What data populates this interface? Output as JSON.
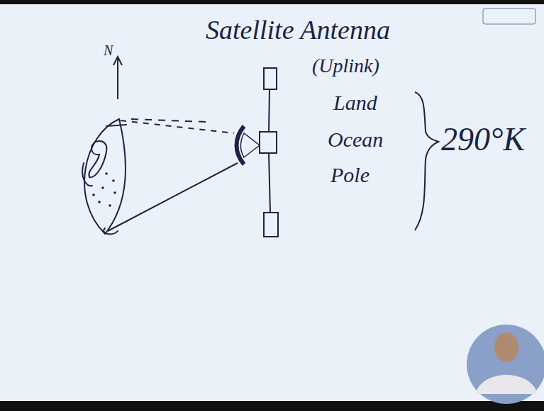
{
  "diagram": {
    "title": "Satellite Antenna",
    "labels": [
      "(Uplink)",
      "Land",
      "Ocean",
      "Pole",
      "290°K",
      "N"
    ]
  }
}
